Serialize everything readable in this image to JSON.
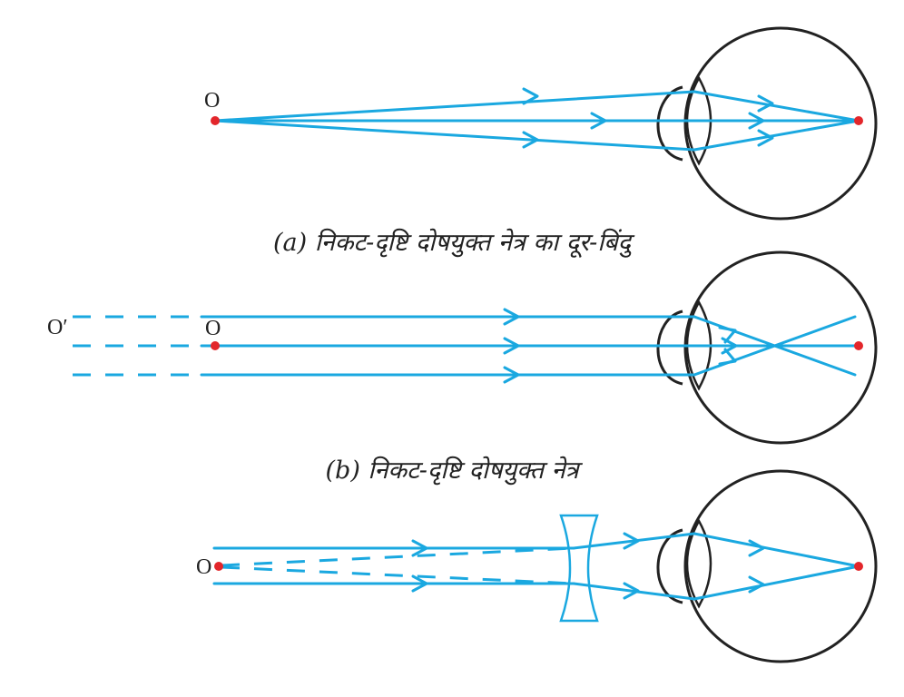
{
  "labels": {
    "a_object": "O",
    "b_far_object": "O′",
    "b_object": "O",
    "c_object": "O"
  },
  "captions": {
    "a": "(a) निकट-दृष्टि दोषयुक्त नेत्र का दूर-बिंदु",
    "b": "(b) निकट-दृष्टि दोषयुक्त नेत्र"
  },
  "colors": {
    "ray": "#1aa8e0",
    "outline": "#222222",
    "point": "#e3262b"
  }
}
